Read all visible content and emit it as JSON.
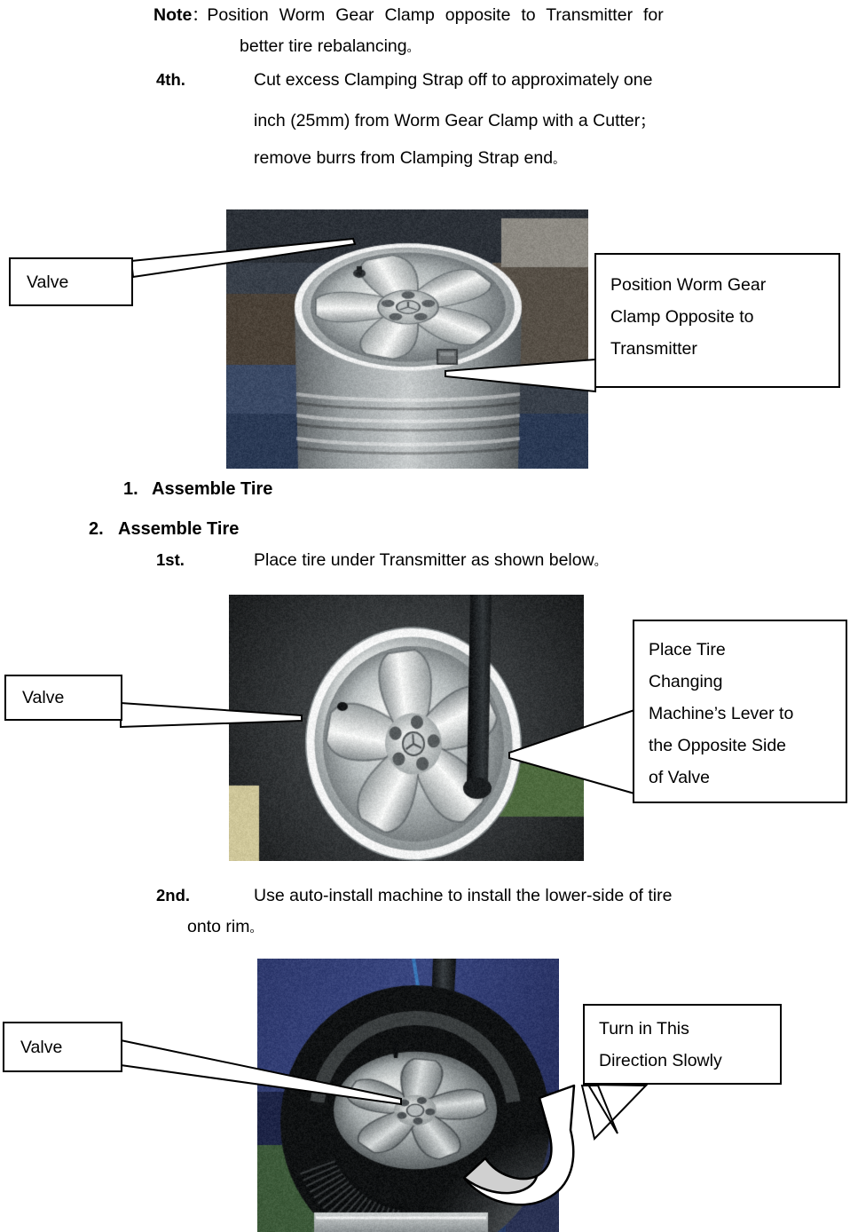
{
  "document": {
    "type": "instruction-manual-page",
    "language": "en-with-cjk-punctuation"
  },
  "text_blocks": {
    "note": {
      "label": "Note",
      "colon": "：",
      "line1": "Position Worm Gear Clamp opposite to Transmitter for",
      "line2": "better tire rebalancing",
      "line2_period": "。"
    },
    "step_4th": {
      "number": "4th.",
      "line1": "Cut excess Clamping Strap off to approximately one",
      "line2": "inch (25mm) from Worm Gear Clamp with a Cutter",
      "line2_punct": "；",
      "line3": "remove burrs from Clamping Strap end",
      "line3_period": "。"
    },
    "ordered_list": [
      {
        "number": "1.",
        "label": "Assemble Tire"
      },
      {
        "number": "2.",
        "label": "Assemble Tire"
      }
    ],
    "step_1st": {
      "number": "1st.",
      "text": "Place tire under Transmitter as shown below",
      "period": "。"
    },
    "step_2nd": {
      "number": "2nd.",
      "line1": "Use auto-install machine to install the lower-side of tire",
      "line2": "onto rim",
      "period": "。"
    }
  },
  "figures": [
    {
      "id": "figure-1",
      "caption_subject": "alloy wheel rim standing upright with worm gear clamp",
      "callouts": [
        {
          "id": "valve-1",
          "label": "Valve"
        },
        {
          "id": "worm-gear-clamp",
          "label_lines": [
            "Position Worm Gear",
            "Clamp Opposite to",
            "Transmitter"
          ]
        }
      ]
    },
    {
      "id": "figure-2",
      "caption_subject": "tire on changing machine viewed from above with lever",
      "callouts": [
        {
          "id": "valve-2",
          "label": "Valve"
        },
        {
          "id": "lever-position",
          "label_lines": [
            "Place Tire",
            "Changing",
            "Machine’s Lever to",
            "the Opposite Side",
            "of Valve"
          ]
        }
      ]
    },
    {
      "id": "figure-3",
      "caption_subject": "tire being mounted onto rim on auto-install machine",
      "callouts": [
        {
          "id": "valve-3",
          "label": "Valve"
        },
        {
          "id": "turn-direction",
          "label_lines": [
            "Turn in This",
            "Direction Slowly"
          ]
        }
      ],
      "annotations": [
        {
          "id": "rotation-arrow",
          "kind": "curved-arrow",
          "direction": "counter-clockwise-up",
          "fill": "#d0d0d0"
        }
      ]
    }
  ],
  "colors": {
    "text": "#000000",
    "callout_border": "#000000",
    "callout_fill": "#ffffff",
    "arrow_fill": "#d0d0d0",
    "page_background": "#ffffff"
  }
}
